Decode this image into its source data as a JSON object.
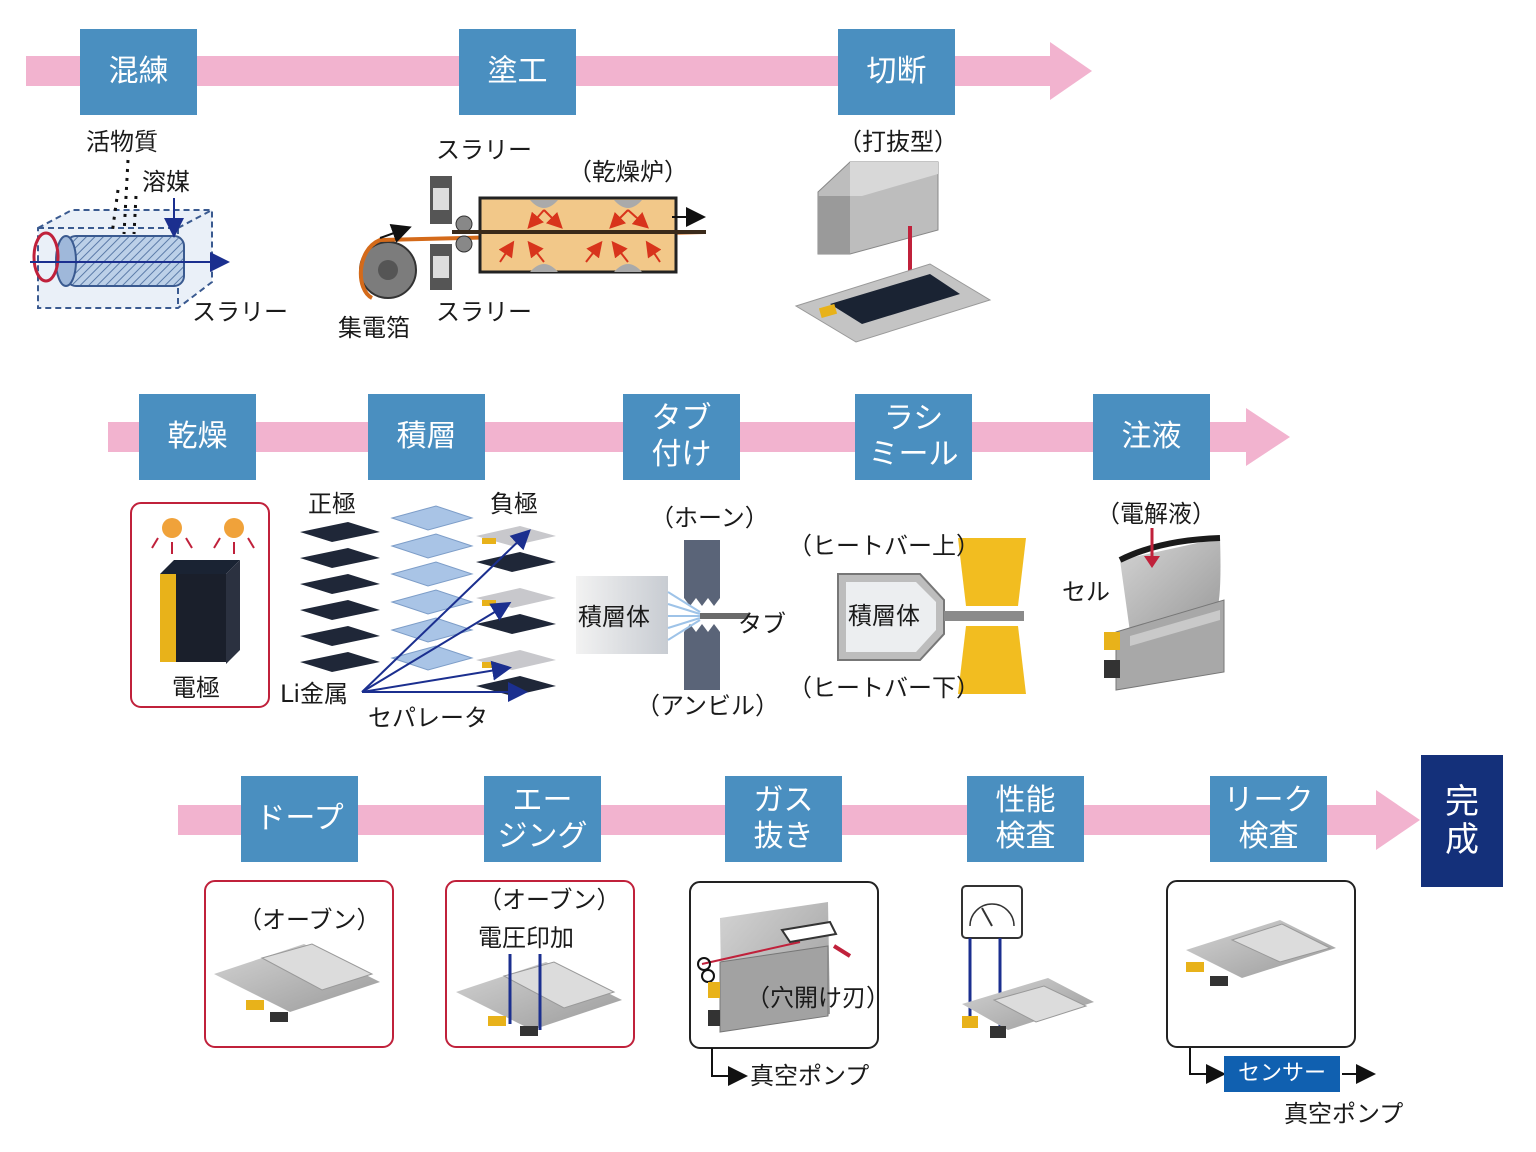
{
  "colors": {
    "arrow": "#f2b3cf",
    "step": "#4a8fc0",
    "done": "#14307a",
    "accent_red": "#c0213b",
    "gold": "#e8b21a",
    "navy_line": "#1b2f8f",
    "sensor": "#1060b0"
  },
  "row1": {
    "steps": [
      "混練",
      "塗工",
      "切断"
    ],
    "mixing": {
      "active_material": "活物質",
      "solvent": "溶媒",
      "slurry_out": "スラリー"
    },
    "coating": {
      "slurry_top": "スラリー",
      "slurry_bottom": "スラリー",
      "oven": "（乾燥炉）",
      "foil": "集電箔"
    },
    "cutting": {
      "die": "（打抜型）"
    }
  },
  "row2": {
    "steps": [
      "乾燥",
      "積層",
      "タブ\n付け",
      "ラシ\nミール",
      "注液"
    ],
    "drying": {
      "electrode": "電極"
    },
    "stacking": {
      "positive": "正極",
      "negative": "負極",
      "li_metal": "Li金属",
      "separator": "セパレータ"
    },
    "tab_welding": {
      "horn": "（ホーン）",
      "stack": "積層体",
      "tab": "タブ",
      "anvil": "（アンビル）"
    },
    "sealing": {
      "heat_bar_top": "（ヒートバー上）",
      "stack": "積層体",
      "heat_bar_bottom": "（ヒートバー下）"
    },
    "filling": {
      "electrolyte": "（電解液）",
      "cell": "セル"
    }
  },
  "row3": {
    "steps": [
      "ドープ",
      "エー\nジング",
      "ガス\n抜き",
      "性能\n検査",
      "リーク\n検査"
    ],
    "complete": "完\n成",
    "dope": {
      "oven": "（オーブン）"
    },
    "aging": {
      "oven": "（オーブン）",
      "voltage": "電圧印加"
    },
    "degas": {
      "blade": "（穴開け刃）",
      "pump": "真空ポンプ"
    },
    "leak": {
      "sensor": "センサー",
      "pump": "真空ポンプ"
    }
  }
}
